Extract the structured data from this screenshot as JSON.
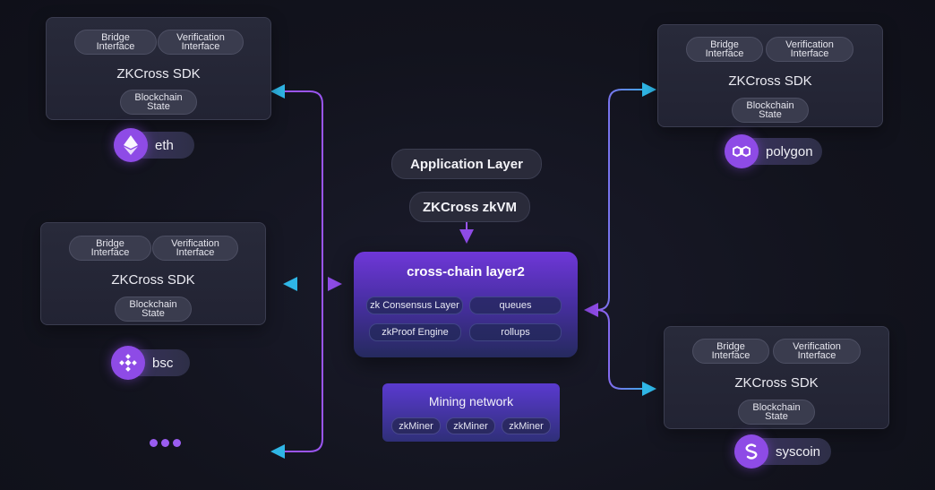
{
  "sdk": {
    "title": "ZKCross SDK",
    "bridge": "Bridge\nInterface",
    "verification": "Verification\nInterface",
    "state": "Blockchain\nState"
  },
  "chains": [
    {
      "id": "eth",
      "label": "eth",
      "icon": "ethereum-icon"
    },
    {
      "id": "bsc",
      "label": "bsc",
      "icon": "binance-icon"
    },
    {
      "id": "polygon",
      "label": "polygon",
      "icon": "polygon-icon"
    },
    {
      "id": "syscoin",
      "label": "syscoin",
      "icon": "syscoin-icon"
    }
  ],
  "center": {
    "application_layer": "Application Layer",
    "zkvm": "ZKCross zkVM",
    "layer2": {
      "title": "cross-chain layer2",
      "items": [
        "zk Consensus Layer",
        "queues",
        "zkProof Engine",
        "rollups"
      ]
    },
    "mining": {
      "title": "Mining network",
      "miners": [
        "zkMiner",
        "zkMiner",
        "zkMiner"
      ]
    }
  },
  "colors": {
    "accent_purple": "#8e4be6",
    "connector_purple": "#9a55f0",
    "connector_cyan": "#2fb6e6"
  }
}
